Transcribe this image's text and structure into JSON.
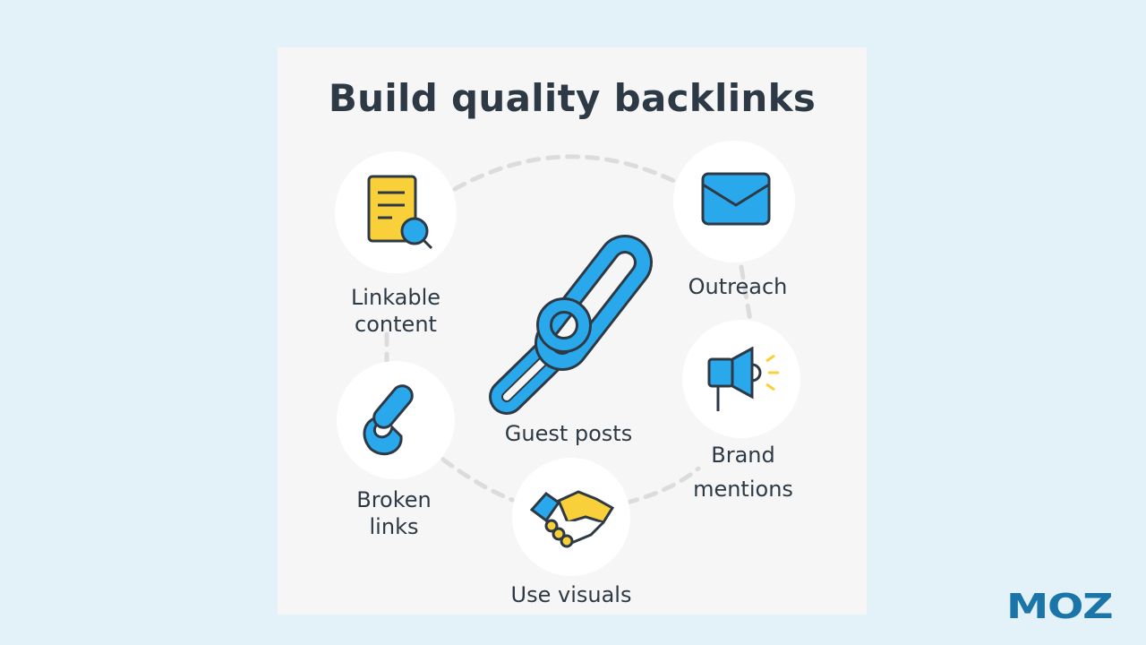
{
  "title": "Build quality backlinks",
  "center": {
    "label": "Guest posts",
    "icon": "chain-link-icon"
  },
  "items": [
    {
      "line1": "Linkable",
      "line2": "content",
      "icon": "document-search-icon"
    },
    {
      "line1": "Outreach",
      "icon": "envelope-icon"
    },
    {
      "line1": "Brand",
      "line2": "mentions",
      "icon": "megaphone-icon"
    },
    {
      "line1": "Broken",
      "line2": "links",
      "icon": "broken-link-icon"
    },
    {
      "line1": "Use visuals",
      "icon": "handshake-icon"
    }
  ],
  "logo": "MOZ",
  "colors": {
    "background": "#e3f1f9",
    "card": "#f6f6f6",
    "blue": "#2aa8ec",
    "yellow": "#f9cf3a",
    "text": "#2d3a45",
    "logo": "#1b75a8"
  }
}
